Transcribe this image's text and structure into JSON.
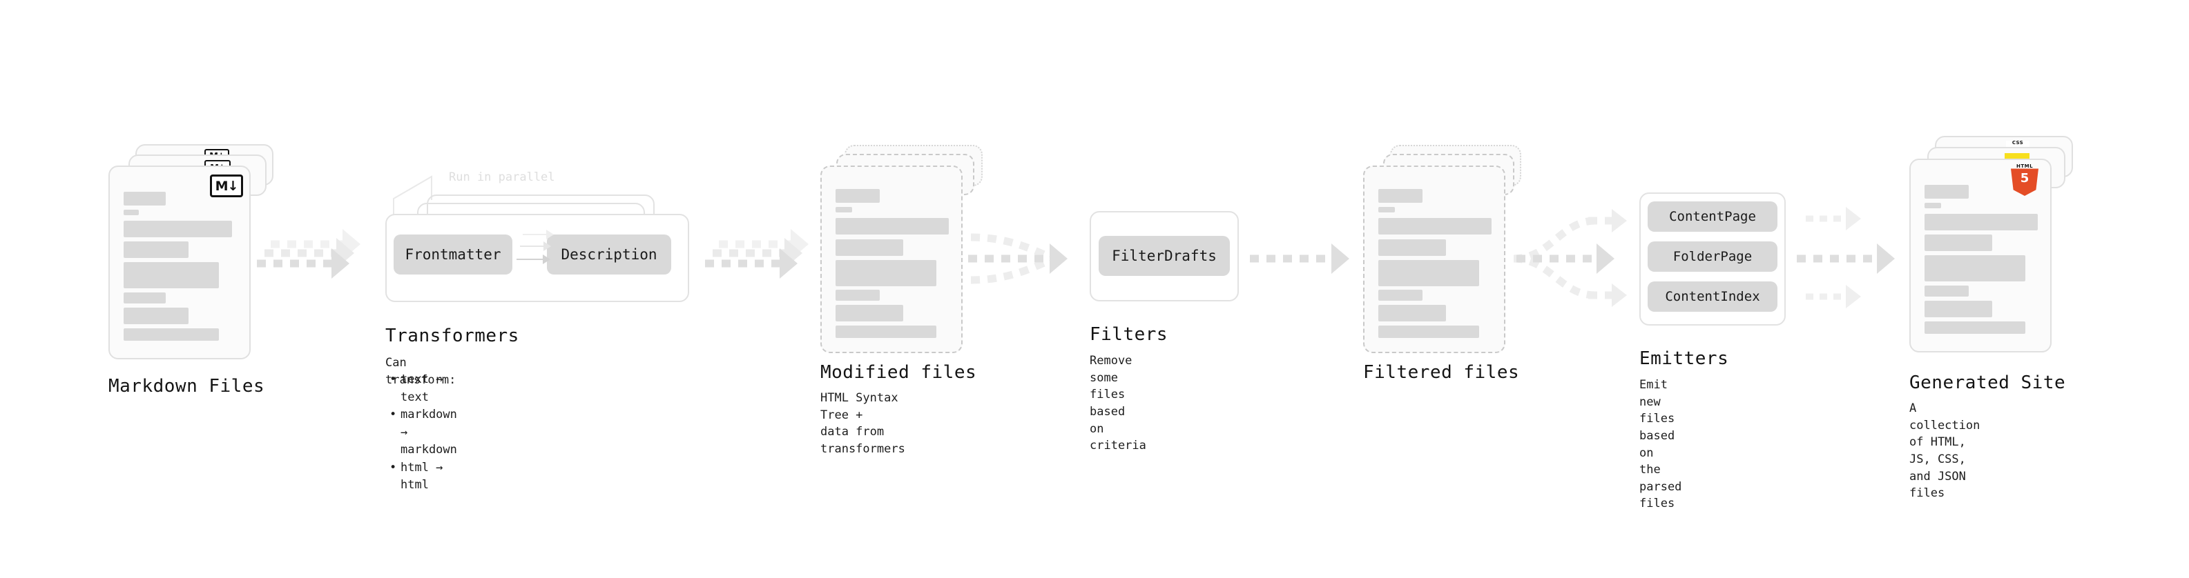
{
  "diagram": {
    "type": "pipeline-flow",
    "background": "#ffffff",
    "accent_gray": "#d9d9d9"
  },
  "stages": [
    {
      "id": "markdown-files",
      "title": "Markdown Files",
      "description": "",
      "icon": "markdown-badge",
      "icon_label": "M↓",
      "kind": "file-stack",
      "stack_count": 3,
      "border": "solid"
    },
    {
      "id": "transformers",
      "title": "Transformers",
      "description_heading": "Can transform:",
      "description_items": [
        "text → text",
        "markdown → markdown",
        "html → html"
      ],
      "note": "Run in parallel",
      "kind": "group-stack",
      "stack_count": 3,
      "chips": [
        "Frontmatter",
        "Description"
      ]
    },
    {
      "id": "modified-files",
      "title": "Modified files",
      "description": "HTML Syntax Tree +\ndata from transformers",
      "kind": "file-stack",
      "stack_count": 3,
      "border": "dashed"
    },
    {
      "id": "filters",
      "title": "Filters",
      "description": "Remove some files based\non criteria",
      "kind": "group",
      "chips": [
        "FilterDrafts"
      ]
    },
    {
      "id": "filtered-files",
      "title": "Filtered files",
      "description": "",
      "kind": "file-stack",
      "stack_count": 3,
      "border": "dashed"
    },
    {
      "id": "emitters",
      "title": "Emitters",
      "description": "Emit new files based on\nthe parsed files",
      "kind": "group",
      "chips": [
        "ContentPage",
        "FolderPage",
        "ContentIndex"
      ]
    },
    {
      "id": "generated-site",
      "title": "Generated Site",
      "description": "A collection of HTML,\nJS, CSS, and JSON files",
      "kind": "file-stack",
      "stack_count": 3,
      "border": "solid",
      "badges": [
        {
          "name": "css-badge",
          "label": "CSS",
          "color": "#264de4"
        },
        {
          "name": "js-badge",
          "label": "JS",
          "color": "#f7df1e"
        },
        {
          "name": "html5-badge",
          "label": "HTML",
          "glyph": "5",
          "color": "#e44d26"
        }
      ]
    }
  ],
  "chips": {
    "frontmatter": "Frontmatter",
    "description": "Description",
    "filterdrafts": "FilterDrafts",
    "contentpage": "ContentPage",
    "folderpage": "FolderPage",
    "contentindex": "ContentIndex"
  },
  "labels": {
    "markdown_files": "Markdown Files",
    "transformers": "Transformers",
    "modified_files": "Modified files",
    "filters": "Filters",
    "filtered_files": "Filtered files",
    "emitters": "Emitters",
    "generated_site": "Generated Site",
    "run_in_parallel": "Run in parallel",
    "md_badge": "M↓",
    "html5_glyph": "5",
    "html5_cap": "HTML",
    "css_cap": "CSS"
  },
  "captions": {
    "transformers_heading": "Can transform:",
    "transformers_item_1": "text → text",
    "transformers_item_2": "markdown → markdown",
    "transformers_item_3": "html → html",
    "modified_files": "HTML Syntax Tree +\ndata from transformers",
    "filters": "Remove some files based\non criteria",
    "emitters": "Emit new files based on\nthe parsed files",
    "generated_site": "A collection of HTML,\nJS, CSS, and JSON files"
  }
}
